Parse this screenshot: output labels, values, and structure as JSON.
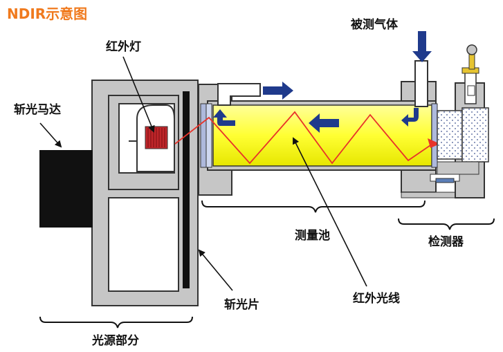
{
  "title": "NDIR示意图",
  "labels": {
    "gas": "被测气体",
    "ir_lamp": "红外灯",
    "chopper_motor": "斩光马达",
    "cell": "测量池",
    "detector": "检测器",
    "chopper": "斩光片",
    "ir_ray": "红外光线",
    "source_part": "光源部分"
  },
  "colors": {
    "title": "#f07a1e",
    "housing": "#c6c6c6",
    "outline": "#333333",
    "cell_fill": "#ffff33",
    "cell_light": "#ffff99",
    "beam": "#e8332a",
    "flow_arrow": "#1f3a8c",
    "lamp": "#c0262a",
    "motor": "#111111"
  }
}
